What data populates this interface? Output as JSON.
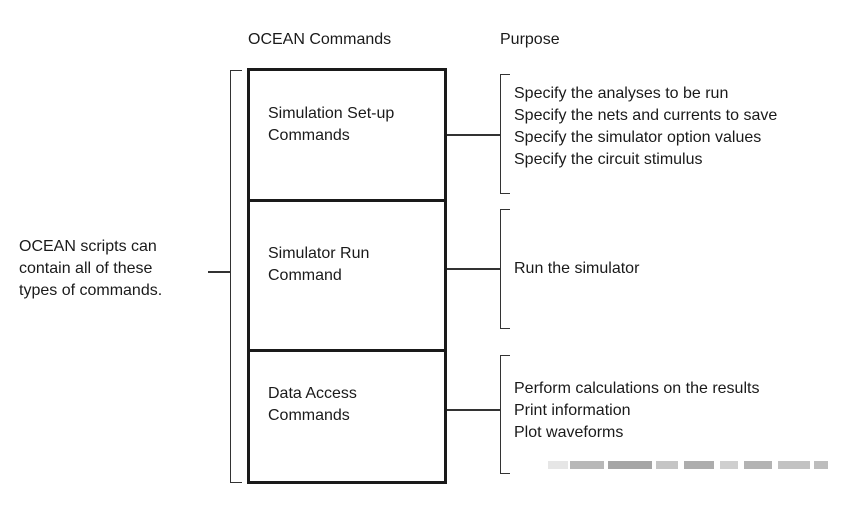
{
  "headers": {
    "commands": "OCEAN Commands",
    "purpose": "Purpose"
  },
  "left_note": {
    "lines": [
      "OCEAN scripts can",
      "contain all of these",
      "types of commands."
    ]
  },
  "boxes": [
    {
      "lines": [
        "Simulation Set-up",
        "Commands"
      ]
    },
    {
      "lines": [
        "Simulator Run",
        "Command"
      ]
    },
    {
      "lines": [
        "Data Access",
        "Commands"
      ]
    }
  ],
  "purposes": [
    {
      "lines": [
        "Specify the analyses to be run",
        "Specify the nets and currents to save",
        "Specify the simulator option values",
        "Specify the circuit stimulus"
      ]
    },
    {
      "lines": [
        "Run the simulator"
      ]
    },
    {
      "lines": [
        "Perform calculations on the results",
        "Print information",
        "Plot waveforms"
      ]
    }
  ]
}
